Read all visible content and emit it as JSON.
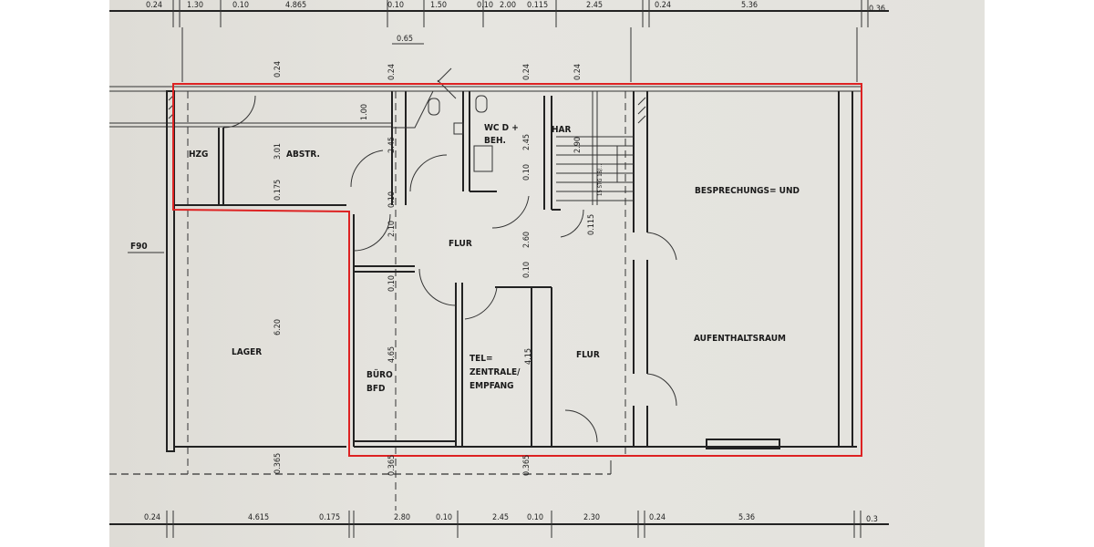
{
  "rooms": {
    "hzg": "HZG",
    "abstr": "ABSTR.",
    "wc": "WC D +",
    "wc2": "BEH.",
    "har": "HAR",
    "flur1": "FLUR",
    "flur2": "FLUR",
    "lager": "LAGER",
    "buero1": "BÜRO",
    "buero2": "BFD",
    "tel1": "TEL=",
    "tel2": "ZENTRALE/",
    "tel3": "EMPFANG",
    "bespr1": "BESPRECHUNGS= UND",
    "bespr2": "AUFENTHALTSRAUM",
    "f90": "F90",
    "stair": "15 STG 18/..."
  },
  "top_dims": [
    "0.24",
    "1.30",
    "0.10",
    "4.865",
    "0.10",
    "1.50",
    "0.10",
    "2.00",
    "0.115",
    "2.45",
    "0.24",
    "5.36",
    "0.36"
  ],
  "bottom_dims": [
    "0.24",
    "4.615",
    "0.175",
    "2.80",
    "0.10",
    "2.45",
    "0.10",
    "2.30",
    "0.24",
    "5.36",
    "0.3"
  ],
  "inner_dims": {
    "d065": "0.65",
    "d100": "1.00",
    "a024": "0.24",
    "a301": "3.01",
    "a0175": "0.175",
    "a620": "6.20",
    "a0365": "0.365",
    "b024": "0.24",
    "b245": "2.45",
    "b010": "0.10",
    "b210": "2.10",
    "b010b": "0.10",
    "b465": "4.65",
    "b0365": "0.365",
    "c024": "0.24",
    "c245": "2.45",
    "c010": "0.10",
    "c260": "2.60",
    "c010b": "0.10",
    "c415": "4.15",
    "c0365": "0.365",
    "s024": "0.24",
    "s290": "2.90",
    "s0115": "0.115"
  },
  "colors": {
    "outline": "#d22222",
    "paper": "#e3e2dd",
    "ink": "#222222"
  }
}
